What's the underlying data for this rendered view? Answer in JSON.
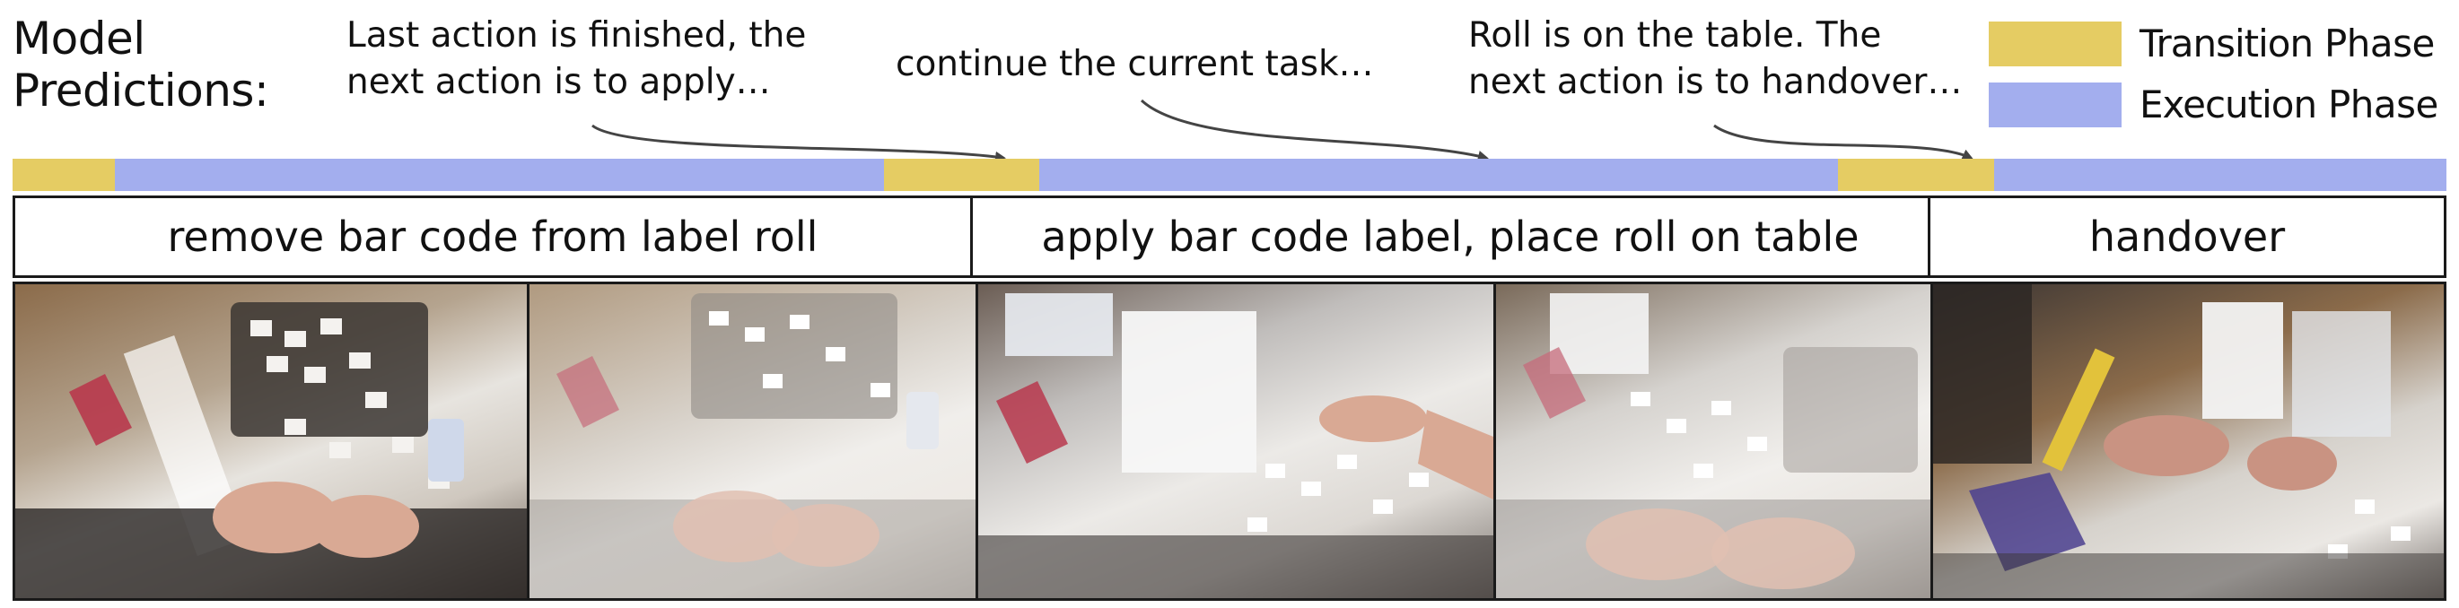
{
  "title": {
    "line1": "Model",
    "line2": "Predictions:"
  },
  "predictions": [
    {
      "line1": "Last action is finished, the",
      "line2": "next action is to apply…"
    },
    {
      "line1": "continue the current task…"
    },
    {
      "line1": "Roll is on the table. The",
      "line2": "next action is to handover…"
    }
  ],
  "legend": [
    {
      "key": "Transition",
      "suffix": " Phase",
      "color": "#E5CC63"
    },
    {
      "key": "Execution",
      "suffix": " Phase",
      "color": "#A3AEEE"
    }
  ],
  "phases": [
    {
      "type": "transition",
      "start": 0,
      "end": 0.042
    },
    {
      "type": "execution",
      "start": 0.042,
      "end": 0.358
    },
    {
      "type": "transition",
      "start": 0.358,
      "end": 0.422
    },
    {
      "type": "execution",
      "start": 0.422,
      "end": 0.75
    },
    {
      "type": "transition",
      "start": 0.75,
      "end": 0.814
    },
    {
      "type": "execution",
      "start": 0.814,
      "end": 1.0
    }
  ],
  "tasks": [
    {
      "label": "remove bar code from label roll"
    },
    {
      "label": "apply bar code label, place roll on table"
    },
    {
      "label": "handover"
    }
  ]
}
